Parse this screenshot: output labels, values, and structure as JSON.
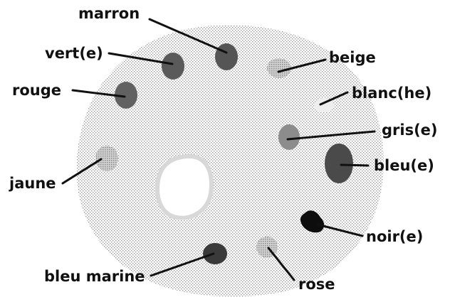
{
  "diagram": {
    "labels": {
      "marron": "marron",
      "vert": "vert(e)",
      "rouge": "rouge",
      "jaune": "jaune",
      "bleu_marine": "bleu marine",
      "rose": "rose",
      "beige": "beige",
      "blanc": "blanc(he)",
      "gris": "gris(e)",
      "bleu": "bleu(e)",
      "noir": "noir(e)"
    }
  }
}
